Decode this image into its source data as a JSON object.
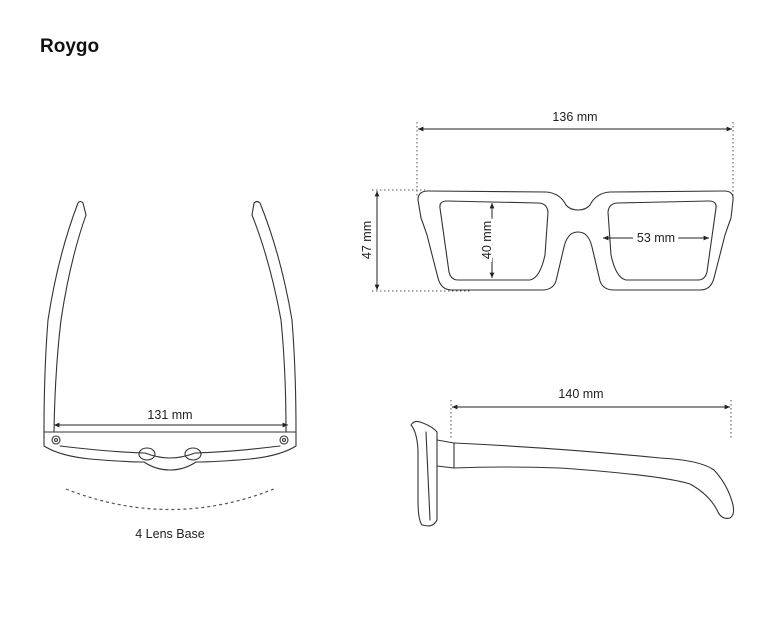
{
  "title": "Roygo",
  "dimensions": {
    "frame_width": "136 mm",
    "lens_height": "47 mm",
    "lens_inner_height": "40 mm",
    "lens_width": "53 mm",
    "temple_length": "140 mm",
    "hinge_width": "131 mm",
    "lens_base": "4 Lens Base"
  }
}
